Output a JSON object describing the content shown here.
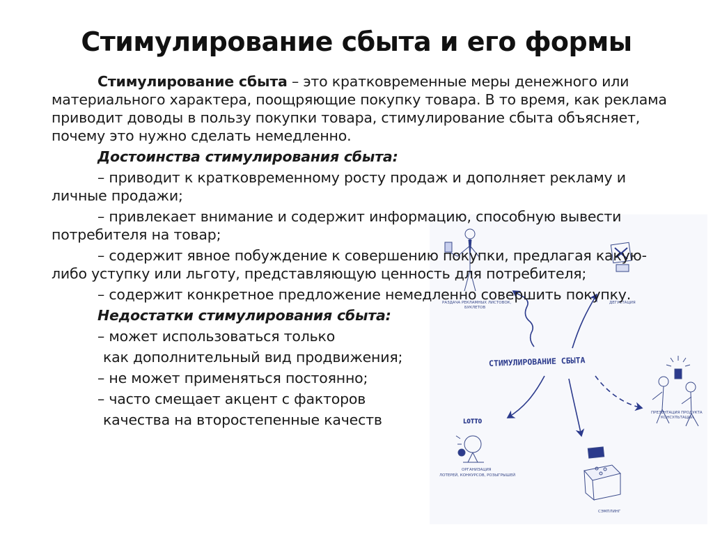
{
  "title": "Стимулирование сбыта и его формы",
  "intro": {
    "term": "Стимулирование сбыта",
    "rest": " – это кратковременные меры денежного или материального характера, поощряющие покупку товара. В то время, как реклама приводит доводы в пользу покупки товара, стимулирование сбыта объясняет, почему это нужно сделать немедленно."
  },
  "advantages": {
    "heading": "Достоинства стимулирования сбыта:",
    "items": [
      "– приводит к кратковременному росту продаж и дополняет рекламу и личные продажи;",
      "– привлекает внимание и содержит информацию, способную вывести потребителя на товар;",
      "– содержит явное побуждение к совершению покупки, предлагая какую-либо уступку или льготу, представляющую ценность для потребителя;",
      "– содержит конкретное предложение немедленно совершить покупку."
    ]
  },
  "disadvantages": {
    "heading": "Недостатки стимулирования сбыта:",
    "items": [
      "– может использоваться только",
      "как дополнительный вид продвижения;",
      "– не может применяться постоянно;",
      "– часто смещает акцент с факторов",
      "качества на второстепенные качеств"
    ]
  },
  "illustration": {
    "center": "СТИМУЛИРОВАНИЕ СБЫТА",
    "lotto": "LOTTO",
    "labels": {
      "leaflets_1": "РАЗДАЧА РЕКЛАМНЫХ ЛИСТОВОК,",
      "leaflets_2": "БУКЛЕТОВ",
      "tasting": "ДЕГУСТАЦИЯ",
      "presentation_1": "ПРЕЗЕНТАЦИЯ ПРОДУКТА",
      "presentation_2": "КОНСУЛЬТАЦИИ",
      "lottery_1": "ОРГАНИЗАЦИЯ",
      "lottery_2": "ЛОТЕРЕЙ, КОНКУРСОВ, РОЗЫГРЫШЕЙ",
      "sampling": "СЭМПЛИНГ"
    },
    "ink_color": "#2b3a8c"
  }
}
